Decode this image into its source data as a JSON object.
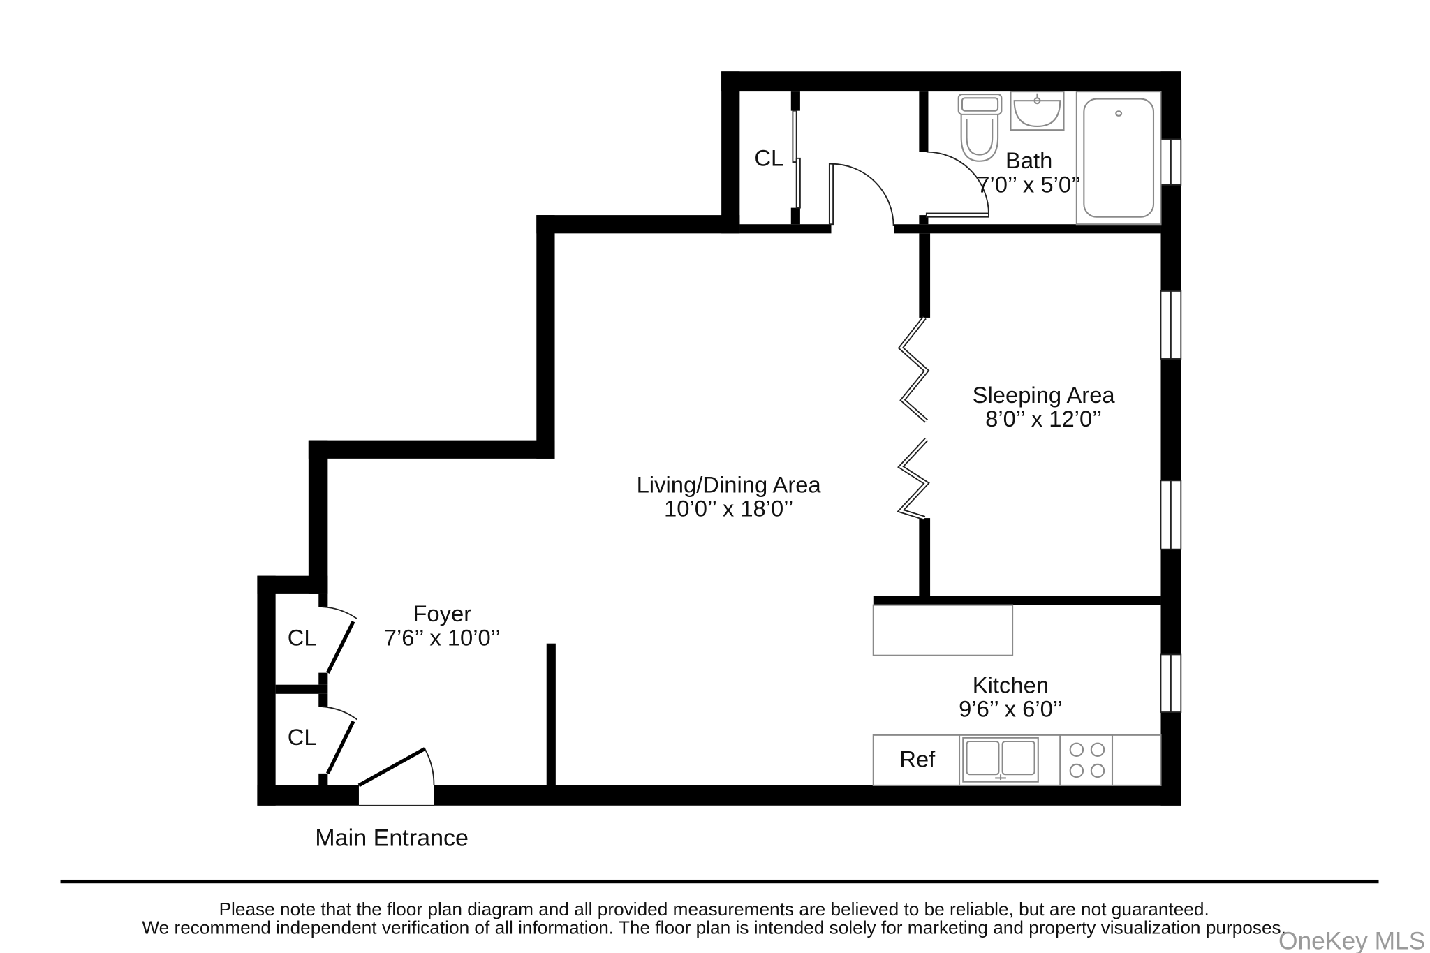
{
  "rooms": {
    "bath": {
      "name": "Bath",
      "dims": "7’0’’ x 5’0’’"
    },
    "closet_top": {
      "name": "CL"
    },
    "sleeping": {
      "name": "Sleeping Area",
      "dims": "8’0’’ x 12’0’’"
    },
    "living": {
      "name": "Living/Dining Area",
      "dims": "10’0’’ x 18’0’’"
    },
    "foyer": {
      "name": "Foyer",
      "dims": "7’6’’ x 10’0’’"
    },
    "closet_left_upper": {
      "name": "CL"
    },
    "closet_left_lower": {
      "name": "CL"
    },
    "kitchen": {
      "name": "Kitchen",
      "dims": "9’6’’ x 6’0’’"
    }
  },
  "fixtures": {
    "refrigerator_label": "Ref"
  },
  "entrance_label": "Main Entrance",
  "disclaimer": {
    "line1": "Please note that the floor plan diagram and all provided measurements are believed to be reliable, but are not guaranteed.",
    "line2": "We recommend independent verification of all information. The floor plan is intended solely for marketing and property visualization purposes."
  },
  "watermark": "OneKey MLS",
  "colors": {
    "wall": "#000000",
    "background": "#ffffff",
    "watermark": "#9a9a9a"
  }
}
